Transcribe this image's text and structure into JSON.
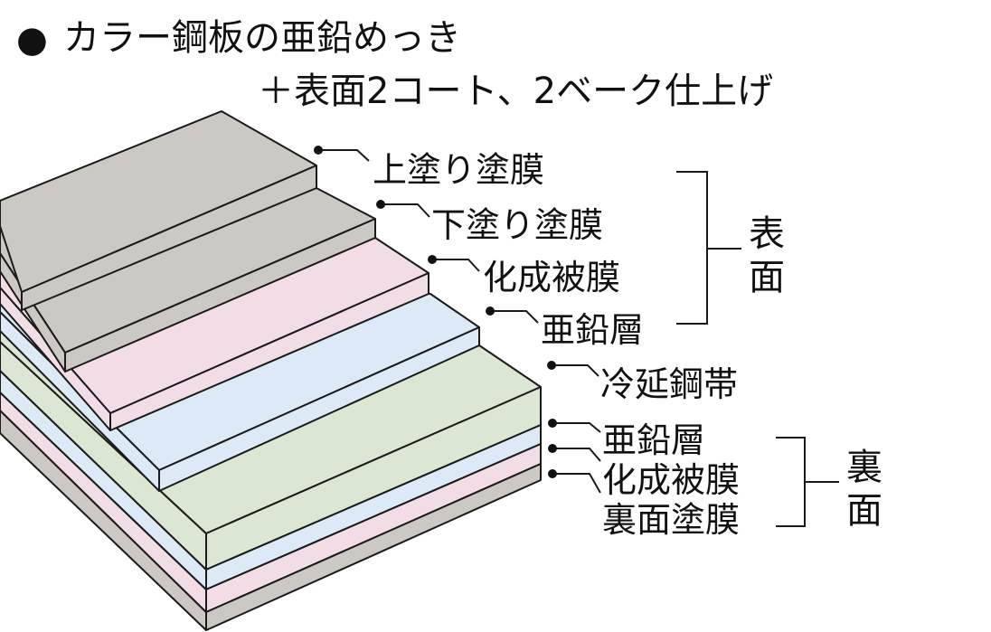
{
  "title": {
    "bullet": "●",
    "line1": "カラー鋼板の亜鉛めっき",
    "line2": "＋表面2コート、2ベーク仕上げ"
  },
  "layers": {
    "top_coat": {
      "label": "上塗り塗膜",
      "color": "#ccc8c3"
    },
    "primer": {
      "label": "下塗り塗膜",
      "color": "#ccc8c3"
    },
    "conversion_front": {
      "label": "化成被膜",
      "color": "#f2dde7"
    },
    "zinc_front": {
      "label": "亜鉛層",
      "color": "#dceaf7"
    },
    "cold_rolled_steel": {
      "label": "冷延鋼帯",
      "color": "#dbe6d3"
    },
    "zinc_back": {
      "label": "亜鉛層",
      "color": "#dceaf7"
    },
    "conversion_back": {
      "label": "化成被膜",
      "color": "#f2dde7"
    },
    "back_coat": {
      "label": "裏面塗膜",
      "color": "#ccc8c3"
    }
  },
  "groups": {
    "front": {
      "char1": "表",
      "char2": "面"
    },
    "back": {
      "char1": "裏",
      "char2": "面"
    }
  }
}
